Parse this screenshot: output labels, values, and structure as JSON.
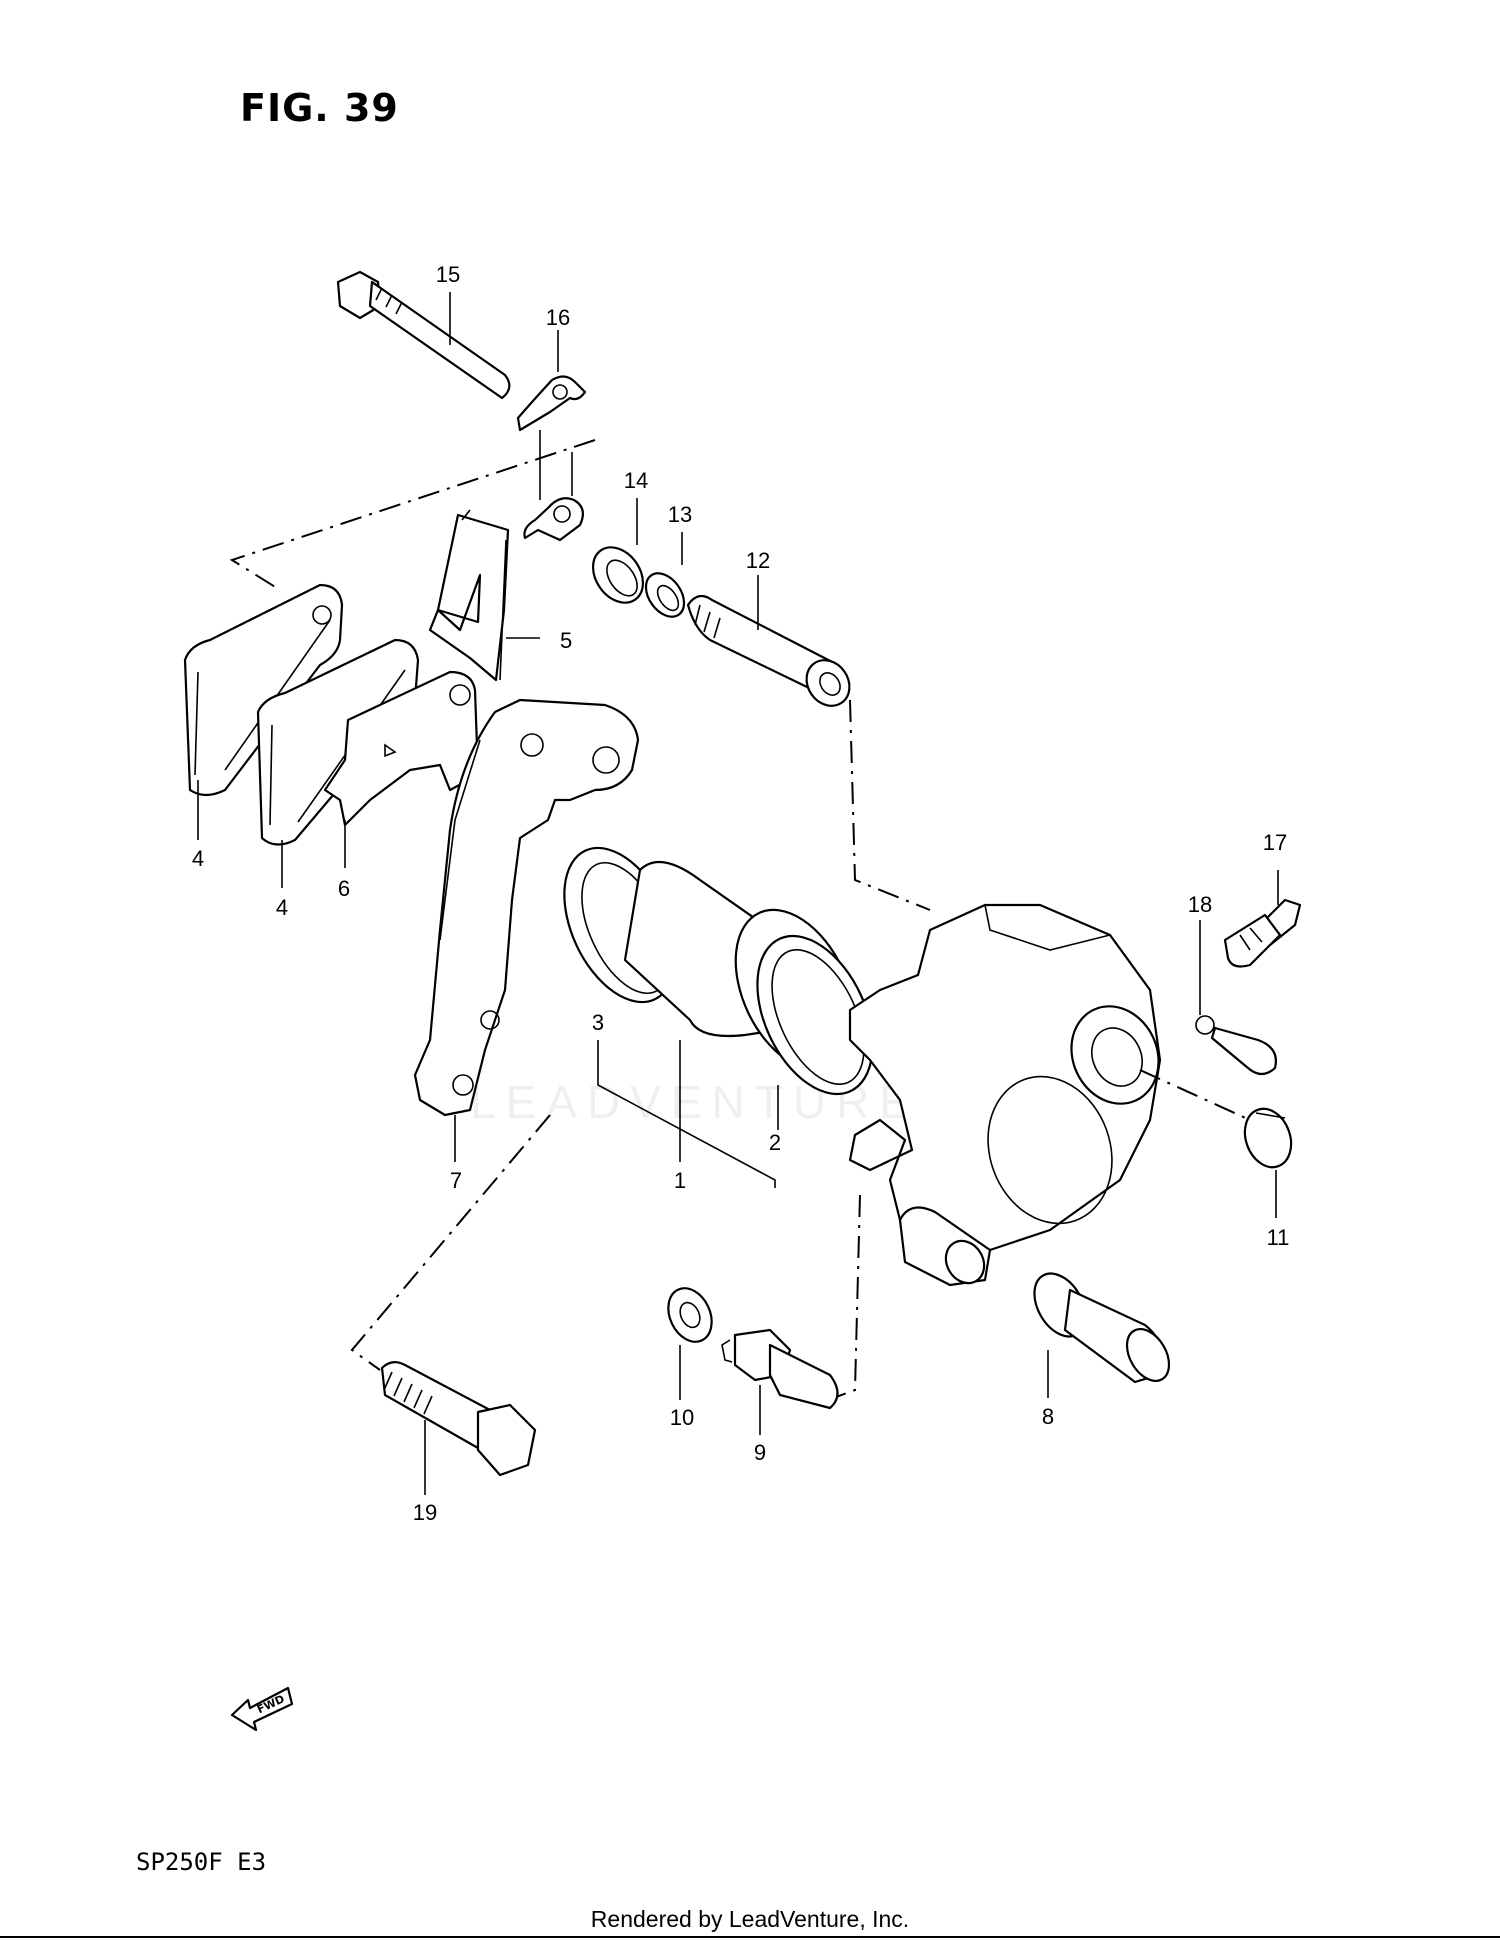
{
  "figure": {
    "title": "FIG. 39"
  },
  "model_code": "SP250F  E3",
  "fwd_label": "FWD",
  "footer": "Rendered by LeadVenture, Inc.",
  "watermark": "LEADVENTURE",
  "parts": [
    {
      "ref": "1"
    },
    {
      "ref": "2"
    },
    {
      "ref": "3"
    },
    {
      "ref": "4a",
      "text": "4"
    },
    {
      "ref": "4b",
      "text": "4"
    },
    {
      "ref": "5"
    },
    {
      "ref": "6"
    },
    {
      "ref": "7"
    },
    {
      "ref": "8"
    },
    {
      "ref": "9"
    },
    {
      "ref": "10"
    },
    {
      "ref": "11"
    },
    {
      "ref": "12"
    },
    {
      "ref": "13"
    },
    {
      "ref": "14"
    },
    {
      "ref": "15"
    },
    {
      "ref": "16"
    },
    {
      "ref": "17"
    },
    {
      "ref": "18"
    },
    {
      "ref": "19"
    }
  ],
  "labels": {
    "p1": "1",
    "p2": "2",
    "p3": "3",
    "p4a": "4",
    "p4b": "4",
    "p5": "5",
    "p6": "6",
    "p7": "7",
    "p8": "8",
    "p9": "9",
    "p10": "10",
    "p11": "11",
    "p12": "12",
    "p13": "13",
    "p14": "14",
    "p15": "15",
    "p16": "16",
    "p17": "17",
    "p18": "18",
    "p19": "19"
  }
}
